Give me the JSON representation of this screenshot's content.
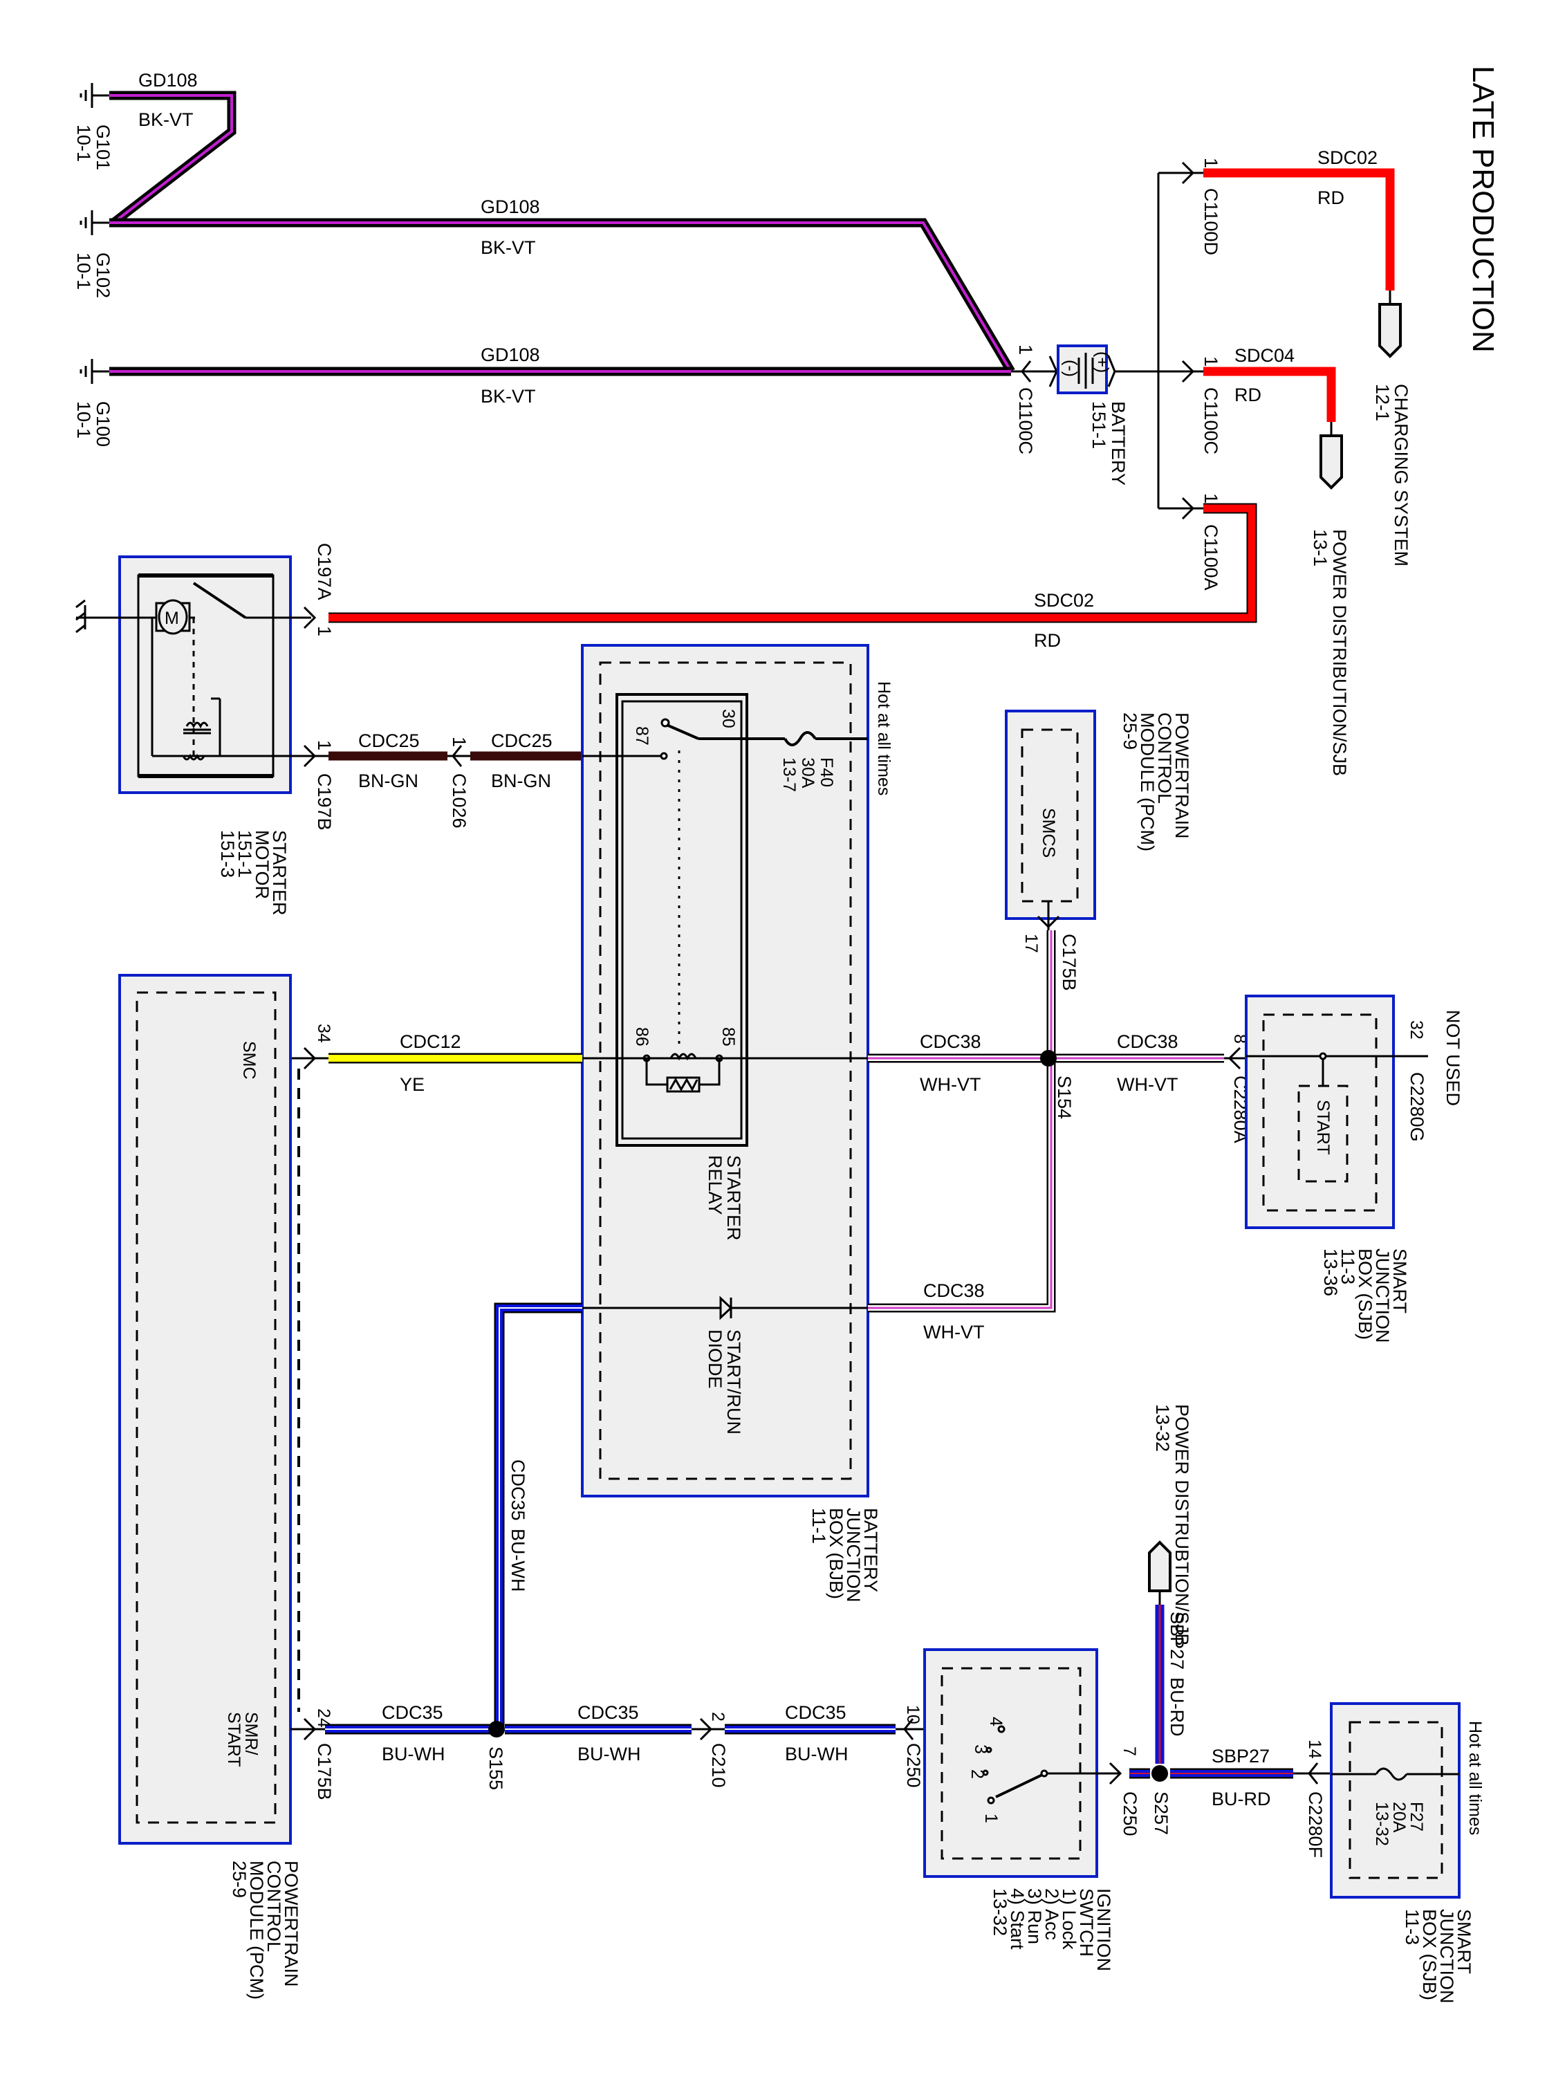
{
  "title": "LATE PRODUCTION",
  "grounds": [
    {
      "id": "G101",
      "ref": "10-1"
    },
    {
      "id": "G102",
      "ref": "10-1"
    },
    {
      "id": "G100",
      "ref": "10-1"
    }
  ],
  "wires": {
    "gd108_a": {
      "circuit": "GD108",
      "color": "BK-VT"
    },
    "gd108_b": {
      "circuit": "GD108",
      "color": "BK-VT"
    },
    "gd108_c": {
      "circuit": "GD108",
      "color": "BK-VT"
    },
    "sdc02_charging": {
      "circuit": "SDC02",
      "color": "RD"
    },
    "sdc04": {
      "circuit": "SDC04",
      "color": "RD"
    },
    "sdc02_starter": {
      "circuit": "SDC02",
      "color": "RD"
    },
    "cdc25_a": {
      "circuit": "CDC25",
      "color": "BN-GN"
    },
    "cdc25_b": {
      "circuit": "CDC25",
      "color": "BN-GN"
    },
    "cdc12": {
      "circuit": "CDC12",
      "color": "YE"
    },
    "cdc38_a": {
      "circuit": "CDC38",
      "color": "WH-VT"
    },
    "cdc38_b": {
      "circuit": "CDC38",
      "color": "WH-VT"
    },
    "cdc38_c": {
      "circuit": "CDC38",
      "color": "WH-VT"
    },
    "cdc35_vert": {
      "circuit": "CDC35",
      "color": "BU-WH"
    },
    "cdc35_a": {
      "circuit": "CDC35",
      "color": "BU-WH"
    },
    "cdc35_b": {
      "circuit": "CDC35",
      "color": "BU-WH"
    },
    "cdc35_c": {
      "circuit": "CDC35",
      "color": "BU-WH"
    },
    "sbp27_vert": {
      "circuit": "SBP27",
      "color": "BU-RD"
    },
    "sbp27_horiz": {
      "circuit": "SBP27",
      "color": "BU-RD"
    }
  },
  "connectors": {
    "c1100c_neg": {
      "id": "C1100C",
      "pin": "1"
    },
    "c1100d": {
      "id": "C1100D",
      "pin": "1"
    },
    "c1100c_pos": {
      "id": "C1100C",
      "pin": "1"
    },
    "c1100a": {
      "id": "C1100A",
      "pin": "1"
    },
    "c197a": {
      "id": "C197A",
      "pin": "1"
    },
    "c197b": {
      "id": "C197B",
      "pin": "1"
    },
    "c1026": {
      "id": "C1026",
      "pin": "1"
    },
    "c175b_17": {
      "id": "C175B",
      "pin": "17"
    },
    "c175b_34": {
      "id": "",
      "pin": "34"
    },
    "c2280a": {
      "id": "C2280A",
      "pin": "8"
    },
    "c2280g": {
      "id": "C2280G",
      "pin": "32"
    },
    "c175b_24": {
      "id": "C175B",
      "pin": "24"
    },
    "c210": {
      "id": "C210",
      "pin": "2"
    },
    "c250_10": {
      "id": "C250",
      "pin": "10"
    },
    "c250_7": {
      "id": "C250",
      "pin": "7"
    },
    "c2280f": {
      "id": "C2280F",
      "pin": "14"
    }
  },
  "splices": {
    "s154": "S154",
    "s155": "S155",
    "s257": "S257"
  },
  "components": {
    "battery": {
      "name": "BATTERY",
      "ref": "151-1",
      "neg": "(-)",
      "pos": "(+)"
    },
    "charging_system": {
      "name": "CHARGING SYSTEM",
      "ref": "12-1"
    },
    "power_dist_top": {
      "name": "POWER DISTRIBUTION/SJB",
      "ref": "13-1"
    },
    "starter_motor": {
      "name": "STARTER",
      "name2": "MOTOR",
      "ref1": "151-1",
      "ref2": "151-3"
    },
    "bjb": {
      "line1": "BATTERY",
      "line2": "JUNCTION",
      "line3": "BOX (BJB)",
      "ref": "11-1",
      "hot": "Hot at all times"
    },
    "fuse_f40": {
      "id": "F40",
      "rating": "30A",
      "ref": "13-7"
    },
    "starter_relay": {
      "line1": "STARTER",
      "line2": "RELAY",
      "pins": {
        "p30": "30",
        "p87": "87",
        "p86": "86",
        "p85": "85"
      }
    },
    "start_run_diode": {
      "line1": "START/RUN",
      "line2": "DIODE"
    },
    "pcm_top": {
      "line1": "POWERTRAIN",
      "line2": "CONTROL",
      "line3": "MODULE (PCM)",
      "ref": "25-9",
      "pin": "SMCS"
    },
    "pcm_main": {
      "line1": "POWERTRAIN",
      "line2": "CONTROL",
      "line3": "MODULE (PCM)",
      "ref": "25-9",
      "smc": "SMC",
      "smr1": "SMR/",
      "smr2": "START"
    },
    "sjb_top": {
      "line1": "SMART",
      "line2": "JUNCTION",
      "line3": "BOX (SJB)",
      "ref1": "11-3",
      "ref2": "13-36",
      "pin": "START",
      "not_used": "NOT USED"
    },
    "power_dist_bottom": {
      "name": "POWER DISTRUBTION/SJB",
      "ref": "13-32"
    },
    "ignition_switch": {
      "line1": "IGNITION",
      "line2": "SWTCH",
      "positions": [
        "1) Lock",
        "2) Acc",
        "3) Run",
        "4) Start"
      ],
      "ref": "13-32",
      "pins": [
        "1",
        "2",
        "3",
        "4"
      ]
    },
    "sjb_bottom": {
      "line1": "SMART",
      "line2": "JUNCTION",
      "line3": "BOX (SJB)",
      "ref": "11-3",
      "hot": "Hot at all times"
    },
    "fuse_f27": {
      "id": "F27",
      "rating": "20A",
      "ref": "13-32"
    }
  },
  "colors": {
    "bk_vt_outer": "#000000",
    "bk_vt_inner": "#c21fd0",
    "red": "#ff0000",
    "brown": "#3a0a0a",
    "yellow": "#ffff00",
    "blue": "#0a14d8",
    "wh_vt_stripe": "#d040c8",
    "module_fill": "#efefef",
    "module_border": "#0a1fc8"
  }
}
